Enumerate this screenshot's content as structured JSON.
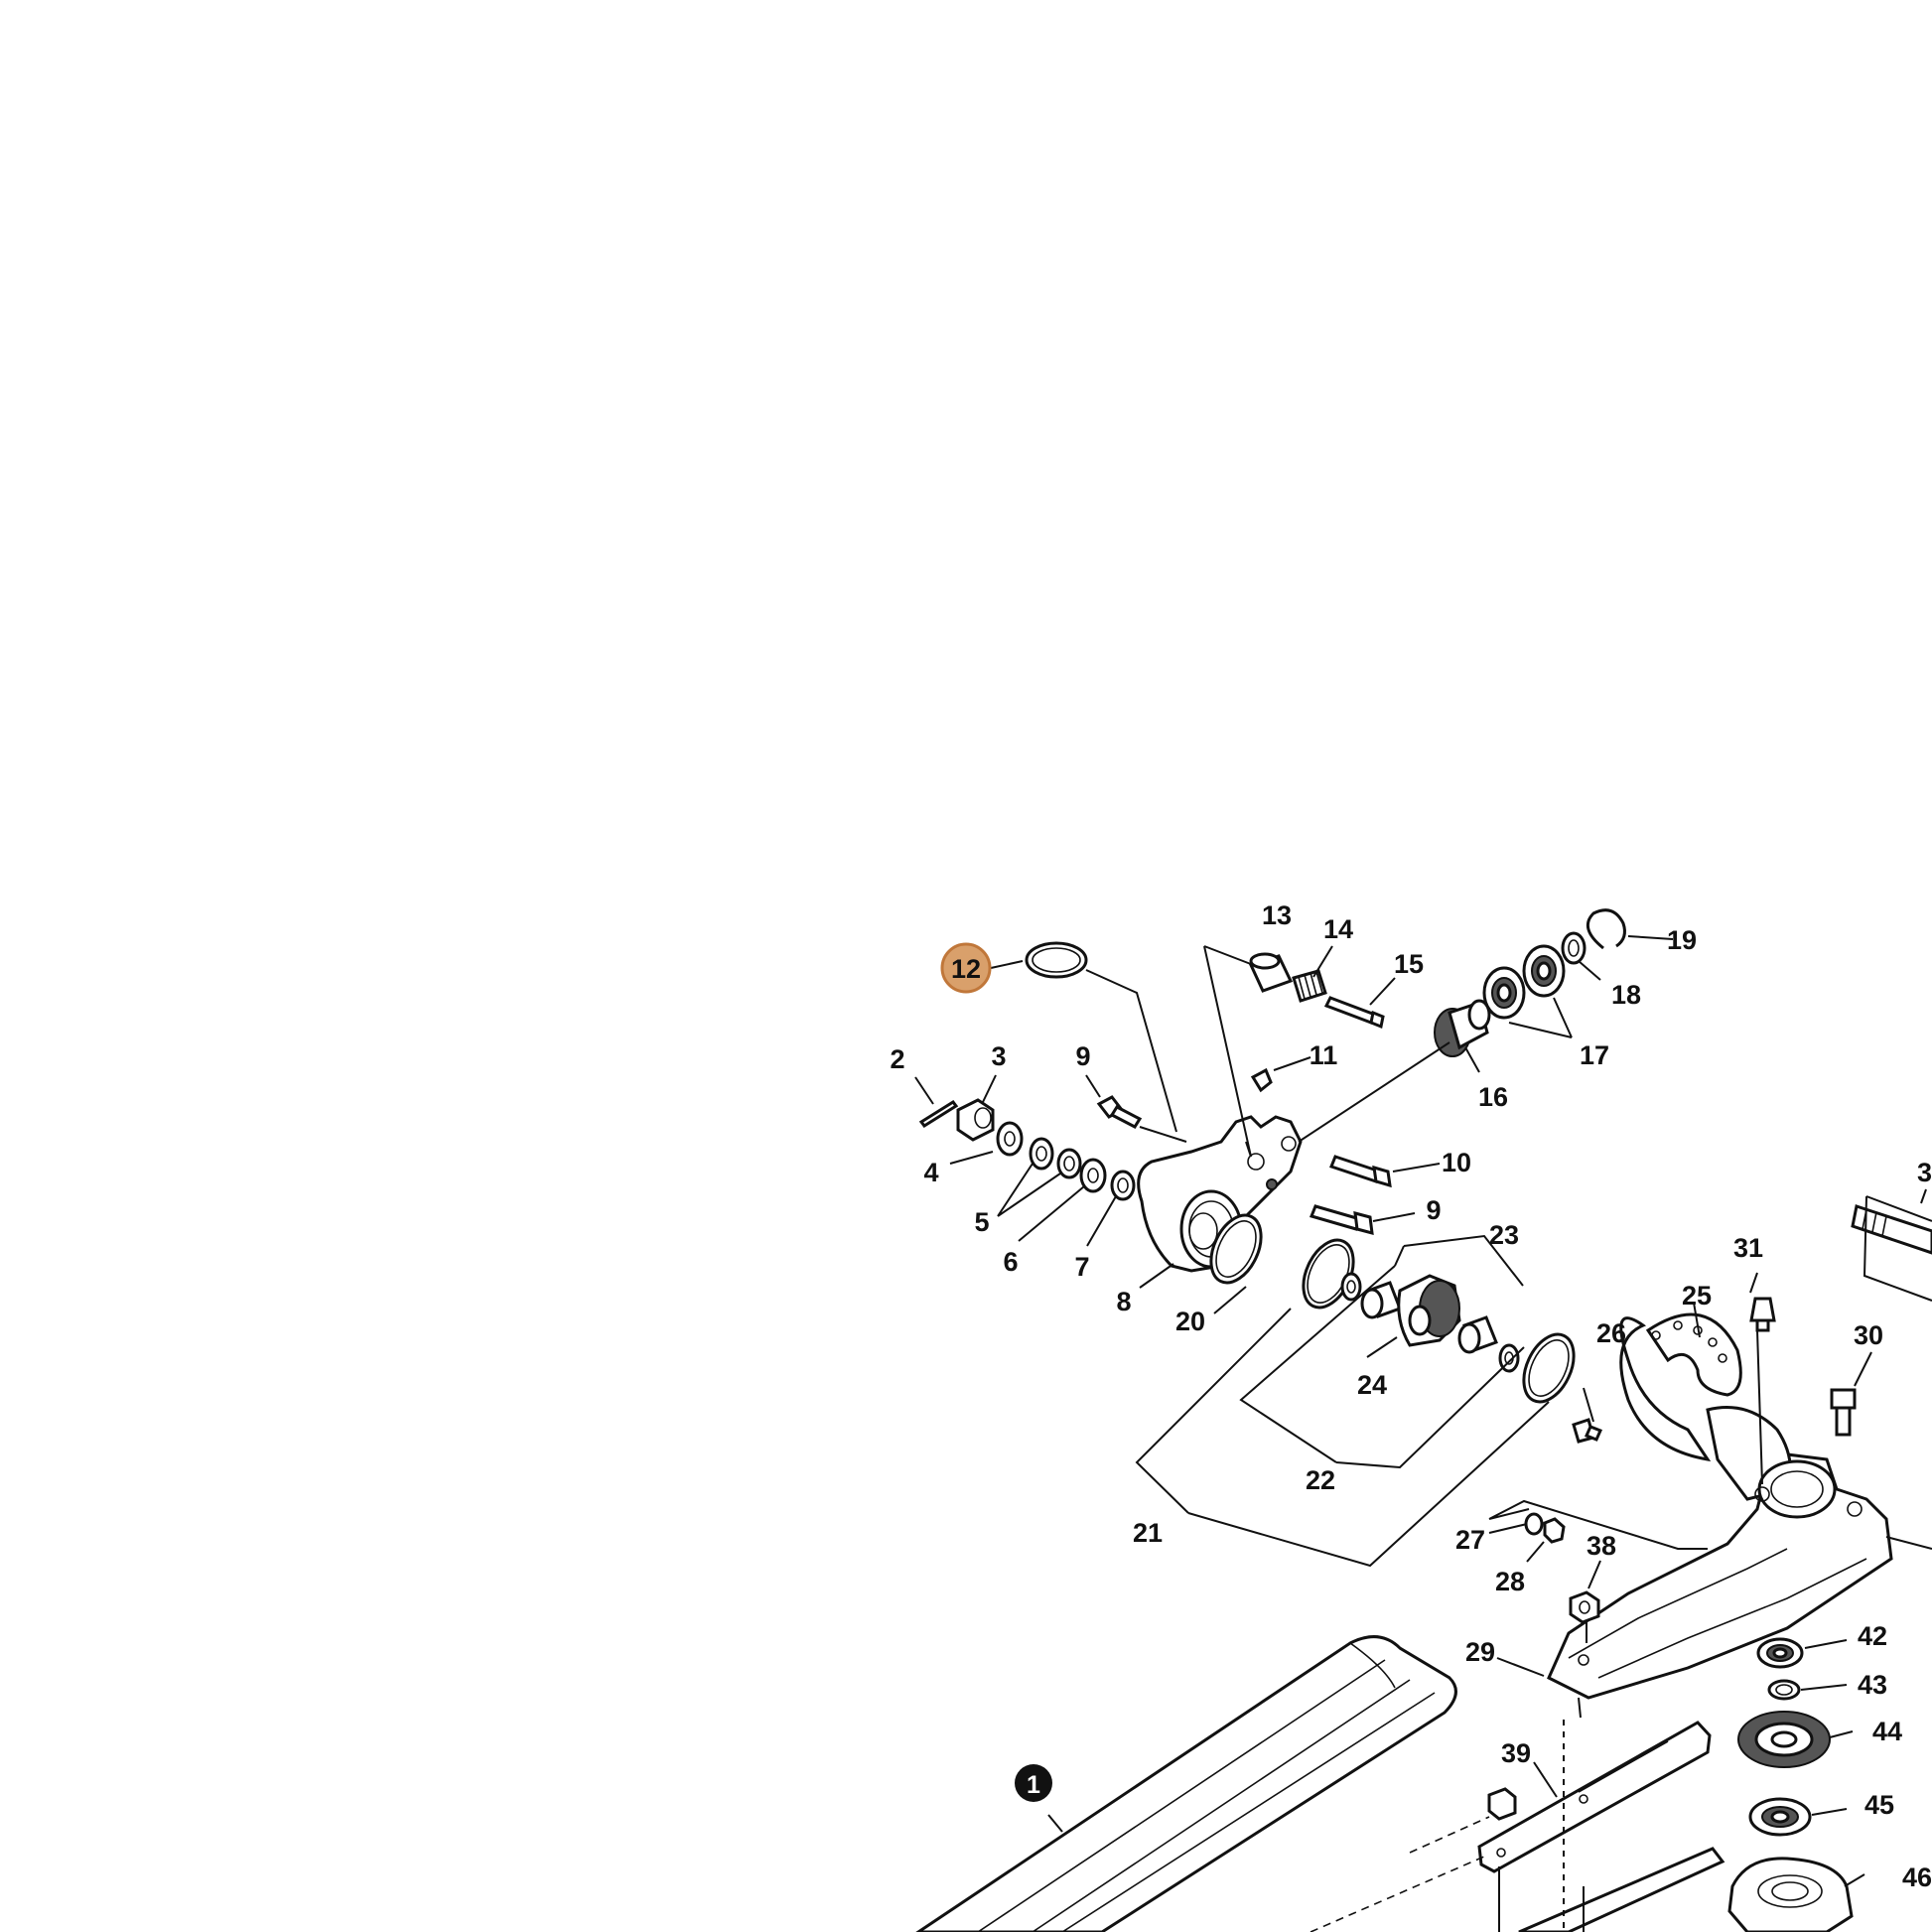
{
  "diagram": {
    "highlight_color": "#d9a06b",
    "highlight_stroke": "#c0773a",
    "callouts": {
      "c1": "1",
      "c2": "2",
      "c3": "3",
      "c4": "4",
      "c5": "5",
      "c6": "6",
      "c7": "7",
      "c8": "8",
      "c9a": "9",
      "c9b": "9",
      "c10": "10",
      "c11": "11",
      "c12": "12",
      "c13": "13",
      "c14": "14",
      "c15": "15",
      "c16": "16",
      "c17": "17",
      "c18": "18",
      "c19": "19",
      "c20": "20",
      "c21": "21",
      "c22": "22",
      "c23": "23",
      "c24": "24",
      "c25": "25",
      "c26": "26",
      "c27": "27",
      "c28": "28",
      "c29": "29",
      "c30": "30",
      "c31": "31",
      "c38": "38",
      "c39": "39",
      "c42": "42",
      "c43": "43",
      "c44": "44",
      "c45": "45",
      "c46": "46",
      "c32": "3"
    }
  }
}
